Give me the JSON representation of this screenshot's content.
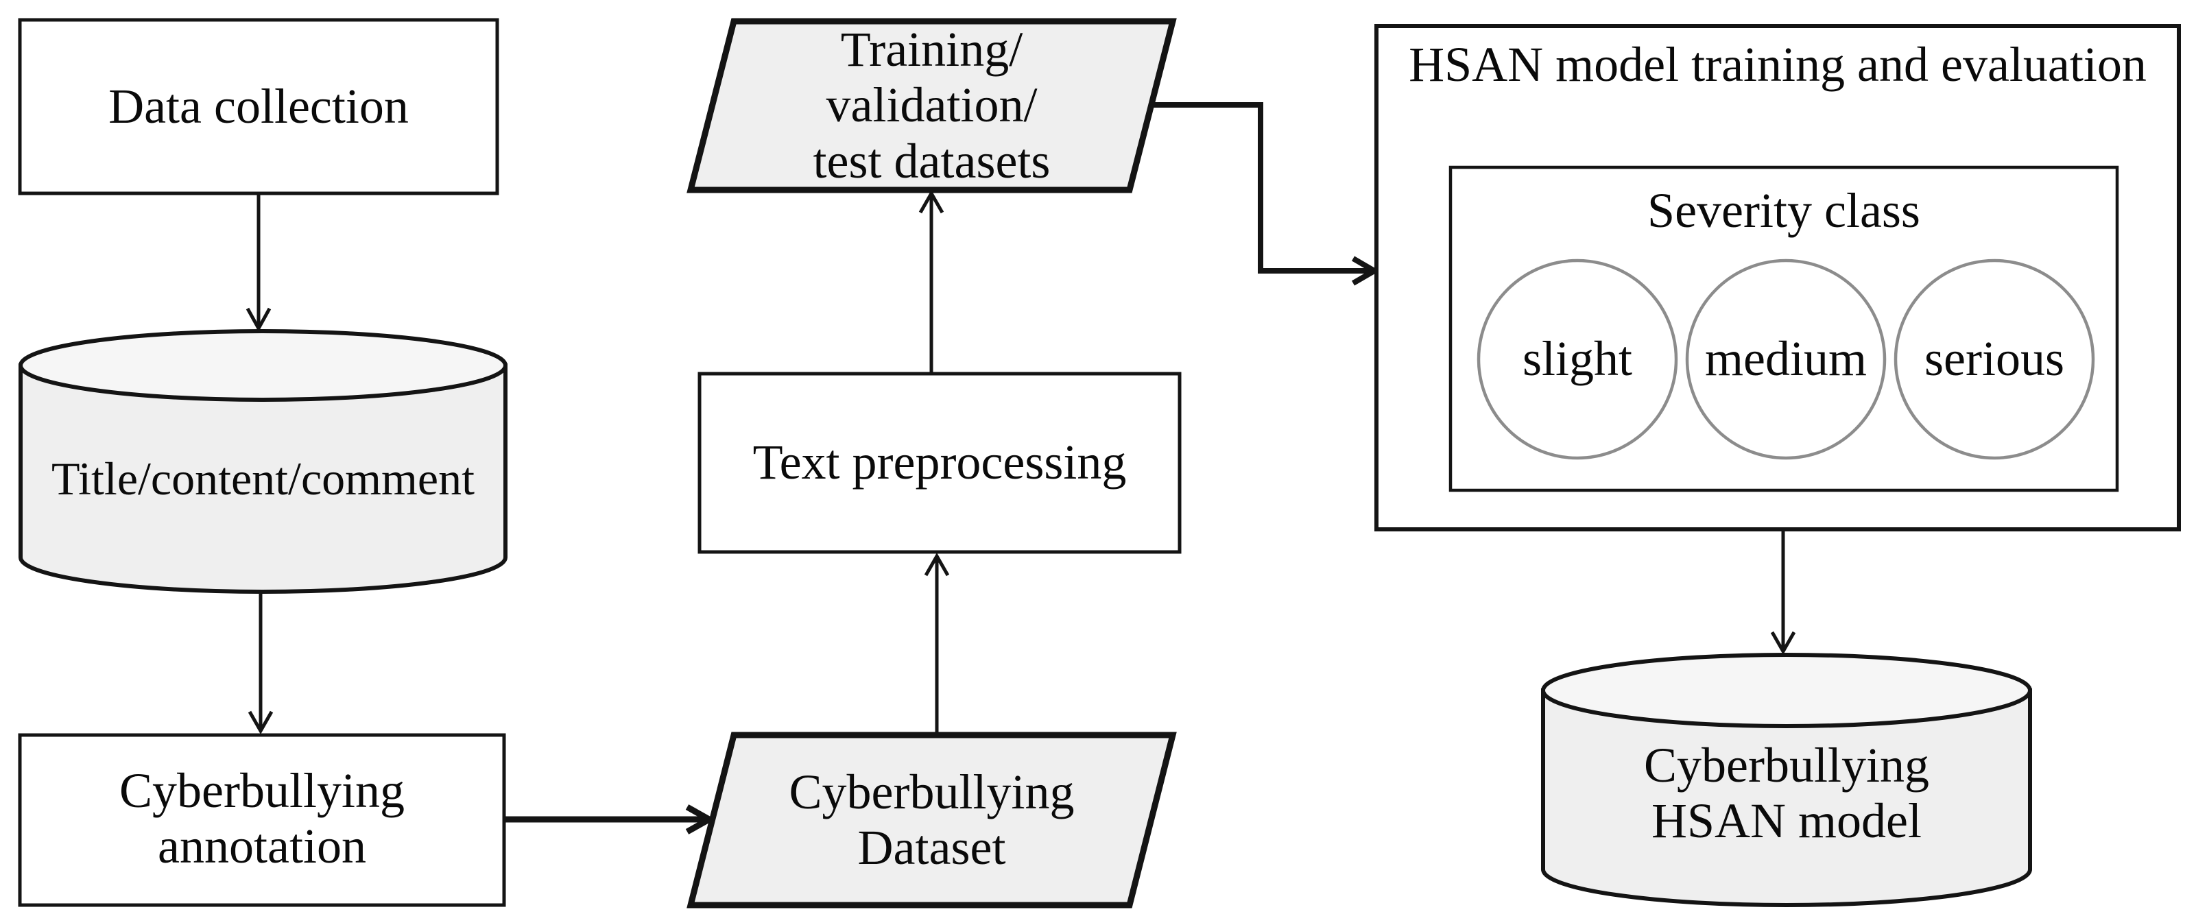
{
  "figure": {
    "type": "flowchart",
    "nodes": {
      "data_collection": {
        "label": "Data collection",
        "shape": "rectangle"
      },
      "title_content_comment": {
        "label": "Title/content/comment",
        "shape": "cylinder"
      },
      "cyberbullying_annotation": {
        "label": "Cyberbullying\nannotation",
        "shape": "rectangle"
      },
      "cyberbullying_dataset": {
        "label": "Cyberbullying\nDataset",
        "shape": "parallelogram"
      },
      "text_preprocessing": {
        "label": "Text preprocessing",
        "shape": "rectangle"
      },
      "train_val_test_datasets": {
        "label": "Training/\nvalidation/\ntest datasets",
        "shape": "parallelogram"
      },
      "hsan_training_evaluation": {
        "label": "HSAN model training and evaluation",
        "shape": "rectangle"
      },
      "severity_class": {
        "label": "Severity class",
        "shape": "rectangle"
      },
      "severity_slight": {
        "label": "slight",
        "shape": "circle"
      },
      "severity_medium": {
        "label": "medium",
        "shape": "circle"
      },
      "severity_serious": {
        "label": "serious",
        "shape": "circle"
      },
      "cyberbullying_hsan_model": {
        "label": "Cyberbullying\nHSAN model",
        "shape": "cylinder"
      }
    },
    "edges": [
      {
        "from": "data_collection",
        "to": "title_content_comment"
      },
      {
        "from": "title_content_comment",
        "to": "cyberbullying_annotation"
      },
      {
        "from": "cyberbullying_annotation",
        "to": "cyberbullying_dataset"
      },
      {
        "from": "cyberbullying_dataset",
        "to": "text_preprocessing"
      },
      {
        "from": "text_preprocessing",
        "to": "train_val_test_datasets"
      },
      {
        "from": "train_val_test_datasets",
        "to": "hsan_training_evaluation"
      },
      {
        "from": "hsan_training_evaluation",
        "to": "cyberbullying_hsan_model"
      }
    ],
    "colors": {
      "background": "#ffffff",
      "node_fill_white": "#ffffff",
      "node_fill_gray": "#efefef",
      "cylinder_top_fill": "#f6f6f6",
      "stroke_black": "#141414",
      "circle_stroke_gray": "#8c8c8c",
      "text": "#0a0a0a"
    }
  }
}
